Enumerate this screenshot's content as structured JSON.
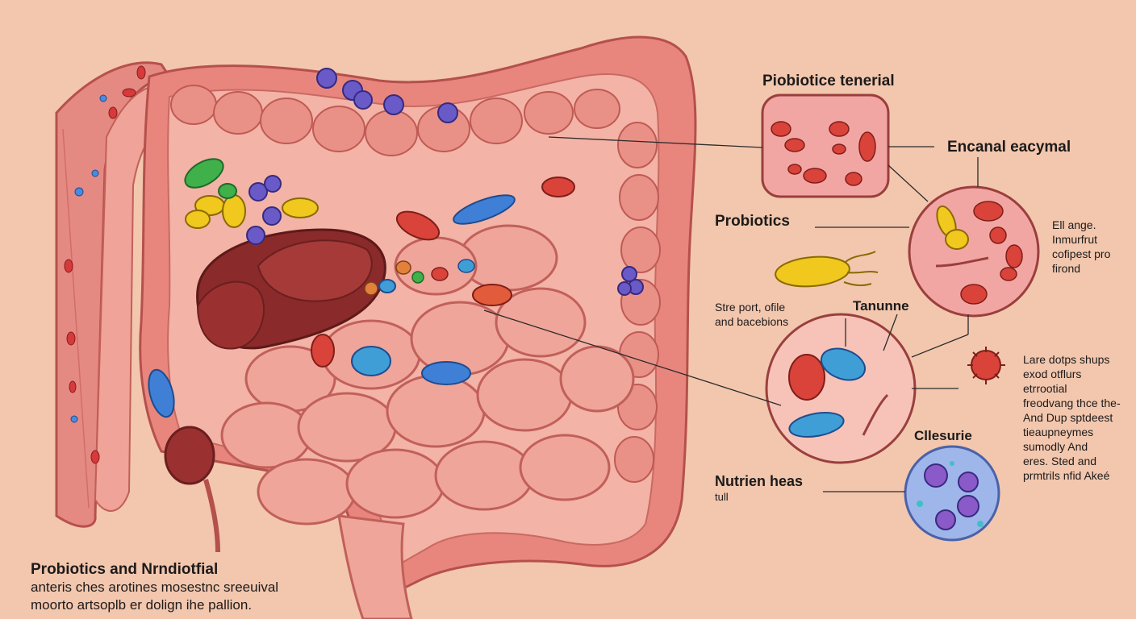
{
  "labels": {
    "top_title": "Piobiotice tenerial",
    "encanal": "Encanal eacymal",
    "probiotics": "Probiotics",
    "tanunne": "Tanunne",
    "stre_port": [
      "Stre port, ofile",
      "and bacebions"
    ],
    "ell_ange": [
      "Ell ange.",
      "Inmurfrut",
      "cofipest pro",
      "firond"
    ],
    "lare_dotps": [
      "Lare dotps shups",
      "exod otflurs",
      "etrrootial",
      "freodvang thce the-",
      "And Dup sptdeest",
      "tieaupneymes",
      "sumodly And",
      "eres. Sted and",
      "prmtrils nfid Akeé"
    ],
    "cllesurie": "Cllesurie",
    "nutrien": "Nutrien heas",
    "tull": "tull"
  },
  "footer": {
    "title": "Probiotics and Nrndiotfial",
    "lines": [
      "anteris ches arotines mosestnc sreeuival",
      "moorto artsoplb er dolign ihe pallion."
    ]
  },
  "colors": {
    "background": "#f2c7ae",
    "intestine": "#e8867e",
    "intestine_dark": "#c95a55",
    "lumen": "#f3b3a6",
    "liver": "#8a2a2a",
    "leader_line": "#2b2b2b",
    "bacteria_blue": "#3f7fd6",
    "bacteria_yellow": "#f0c81e",
    "bacteria_red": "#d9433a",
    "bacteria_purple": "#6a5ac8",
    "bacteria_green": "#3fb04a",
    "inset_red": "#f2a6a4",
    "inset_blue": "#9fb6ea"
  }
}
